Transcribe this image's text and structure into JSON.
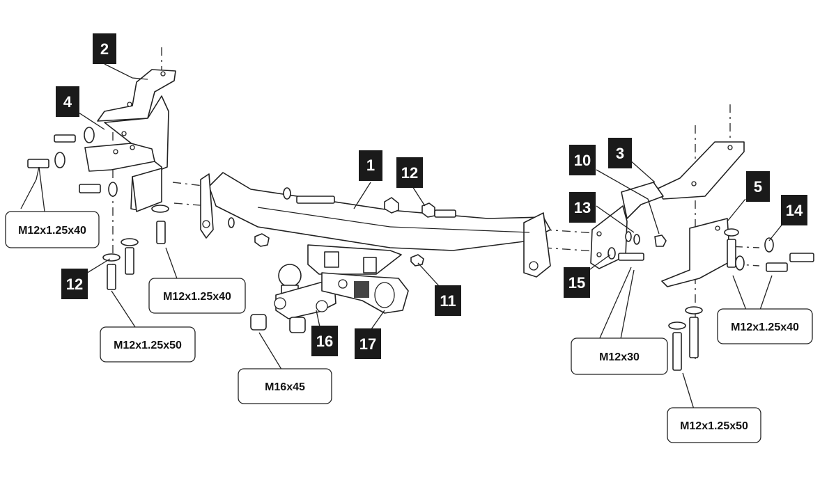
{
  "callouts": {
    "c1": "1",
    "c2": "2",
    "c3": "3",
    "c4": "4",
    "c5": "5",
    "c10": "10",
    "c11": "11",
    "c12a": "12",
    "c12b": "12",
    "c13": "13",
    "c14": "14",
    "c15": "15",
    "c16": "16",
    "c17": "17"
  },
  "sizes": {
    "left_bolt_upper": "M12x1.25x40",
    "left_bolt_vertical": "M12x1.25x50",
    "left_bolt_center": "M12x1.25x40",
    "ball_bolt": "M16x45",
    "right_bolt_small": "M12x30",
    "right_bolt_side": "M12x1.25x40",
    "right_bolt_vertical": "M12x1.25x50"
  }
}
